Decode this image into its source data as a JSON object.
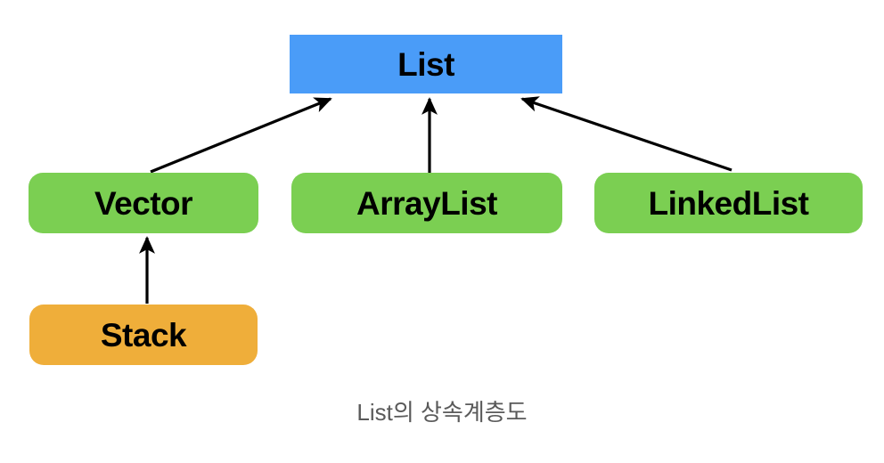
{
  "diagram": {
    "type": "class-hierarchy",
    "caption": "List의 상속계층도",
    "caption_color": "#5a5a5a",
    "background_color": "#ffffff",
    "nodes": [
      {
        "id": "list",
        "label": "List",
        "color": "#4a9cf8",
        "shape": "rectangle",
        "level": 0
      },
      {
        "id": "vector",
        "label": "Vector",
        "color": "#7bcf52",
        "shape": "rounded-rectangle",
        "level": 1
      },
      {
        "id": "arraylist",
        "label": "ArrayList",
        "color": "#7bcf52",
        "shape": "rounded-rectangle",
        "level": 1
      },
      {
        "id": "linkedlist",
        "label": "LinkedList",
        "color": "#7bcf52",
        "shape": "rounded-rectangle",
        "level": 1
      },
      {
        "id": "stack",
        "label": "Stack",
        "color": "#efae3a",
        "shape": "rounded-rectangle",
        "level": 2
      }
    ],
    "edges": [
      {
        "from": "vector",
        "to": "list",
        "style": "arrow",
        "color": "#000000"
      },
      {
        "from": "arraylist",
        "to": "list",
        "style": "arrow",
        "color": "#000000"
      },
      {
        "from": "linkedlist",
        "to": "list",
        "style": "arrow",
        "color": "#000000"
      },
      {
        "from": "stack",
        "to": "vector",
        "style": "arrow",
        "color": "#000000"
      }
    ]
  }
}
